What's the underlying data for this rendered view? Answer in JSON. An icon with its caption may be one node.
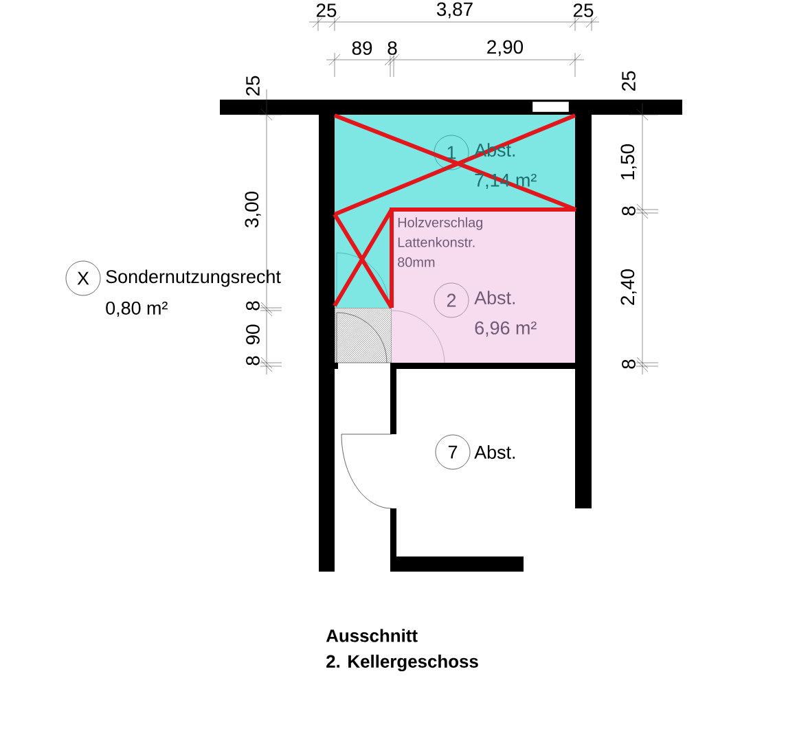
{
  "diagram": {
    "nodes": [
      {
        "text": [
          "Abst.",
          "7,14 m²"
        ]
      },
      {
        "text": [
          "1"
        ],
        "in": 0
      },
      {
        "text": [
          "Holzverschlag Lattenkonstr. 80mm",
          "Abst.",
          "6,96 m²"
        ]
      },
      {
        "text": [
          "2"
        ],
        "in": 2
      },
      {
        "text": [
          "7"
        ],
        "beside": [
          "Abst."
        ]
      },
      {
        "text": [
          "X"
        ],
        "beside": [
          "Sondernutzungsrecht",
          "0,80 m²"
        ]
      }
    ],
    "labels": [
      "25",
      "3,87",
      "25",
      "89",
      "8",
      "2,90",
      "25",
      "3,00",
      "8",
      "90",
      "8",
      "25",
      "1,50",
      "8",
      "2,40",
      "8",
      "Ausschnitt",
      "2. Kellergeschoss"
    ]
  }
}
